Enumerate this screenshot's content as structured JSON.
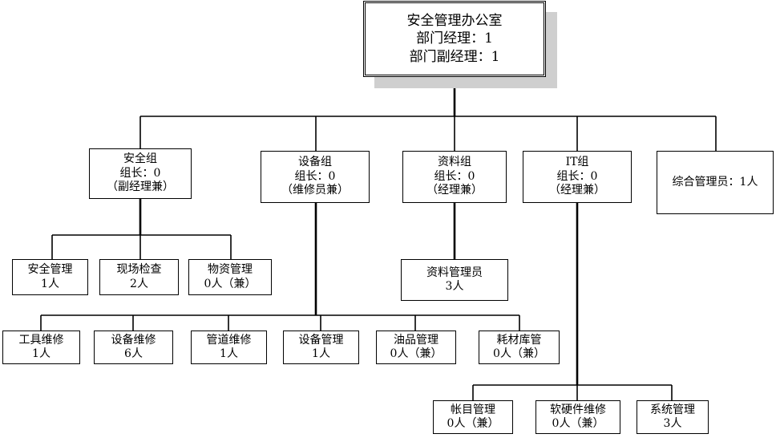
{
  "root": {
    "lines": [
      "安全管理办公室",
      "部门经理：1",
      "部门副经理：1"
    ]
  },
  "groups": {
    "safety": {
      "lines": [
        "安全组",
        "组长：0",
        "（副经理兼）"
      ]
    },
    "equipment": {
      "lines": [
        "设备组",
        "组长：0",
        "（维修员兼）"
      ]
    },
    "data": {
      "lines": [
        "资料组",
        "组长：0",
        "（经理兼）"
      ]
    },
    "it": {
      "lines": [
        "IT组",
        "组长：0",
        "（经理兼）"
      ]
    },
    "admin": {
      "lines": [
        "综合管理员：1人"
      ]
    }
  },
  "safety_units": [
    {
      "lines": [
        "安全管理",
        "1人"
      ]
    },
    {
      "lines": [
        "现场检查",
        "2人"
      ]
    },
    {
      "lines": [
        "物资管理",
        "0人（兼）"
      ]
    }
  ],
  "equipment_units": [
    {
      "lines": [
        "工具维修",
        "1人"
      ]
    },
    {
      "lines": [
        "设备维修",
        "6人"
      ]
    },
    {
      "lines": [
        "管道维修",
        "1人"
      ]
    },
    {
      "lines": [
        "设备管理",
        "1人"
      ]
    },
    {
      "lines": [
        "油品管理",
        "0人（兼）"
      ]
    },
    {
      "lines": [
        "耗材库管",
        "0人（兼）"
      ]
    }
  ],
  "data_units": [
    {
      "lines": [
        "资料管理员",
        "3人"
      ]
    }
  ],
  "it_units": [
    {
      "lines": [
        "帐目管理",
        "0人（兼）"
      ]
    },
    {
      "lines": [
        "软硬件维修",
        "0人（兼）"
      ]
    },
    {
      "lines": [
        "系统管理",
        "3人"
      ]
    }
  ]
}
